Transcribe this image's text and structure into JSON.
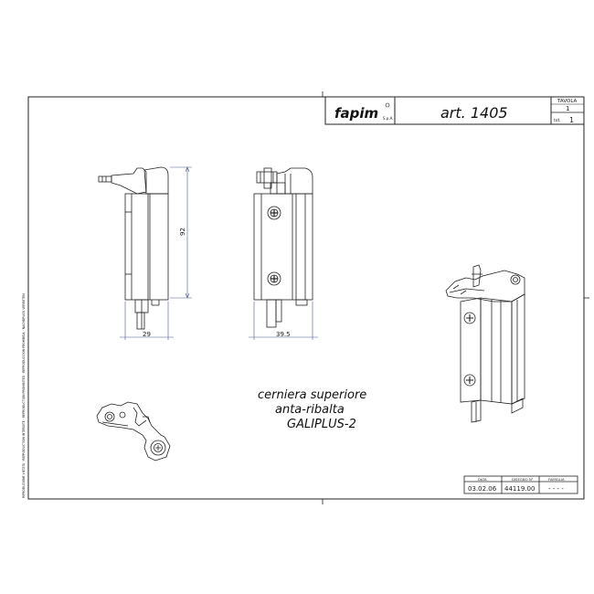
{
  "title_block": {
    "logo_text": "fapim",
    "logo_suffix": "S.p.A.",
    "article": "art. 1405",
    "sheet_label": "TAVOLA",
    "sheet_value": "1",
    "total_label": "tot.",
    "total_value": "1"
  },
  "description": {
    "line1": "cerniera superiore",
    "line2": "anta-ribalta",
    "line3": "GALIPLUS-2"
  },
  "dimensions": {
    "height": "92",
    "width_side": "29",
    "width_front": "39.5"
  },
  "info_table": {
    "headers": [
      "DATA",
      "DISEGNO N°",
      "FAMIGLIA"
    ],
    "values": [
      "03.02.06",
      "44119.00",
      "- - - -"
    ]
  },
  "margin_note": "RIPRODUZIONE VIETATA · REPRODUCTION INTERDITE · REPRODUCTION PROHIBITED · REPRODUCCION PROHIBIDA · NACHDRUCK VERBOTEN"
}
